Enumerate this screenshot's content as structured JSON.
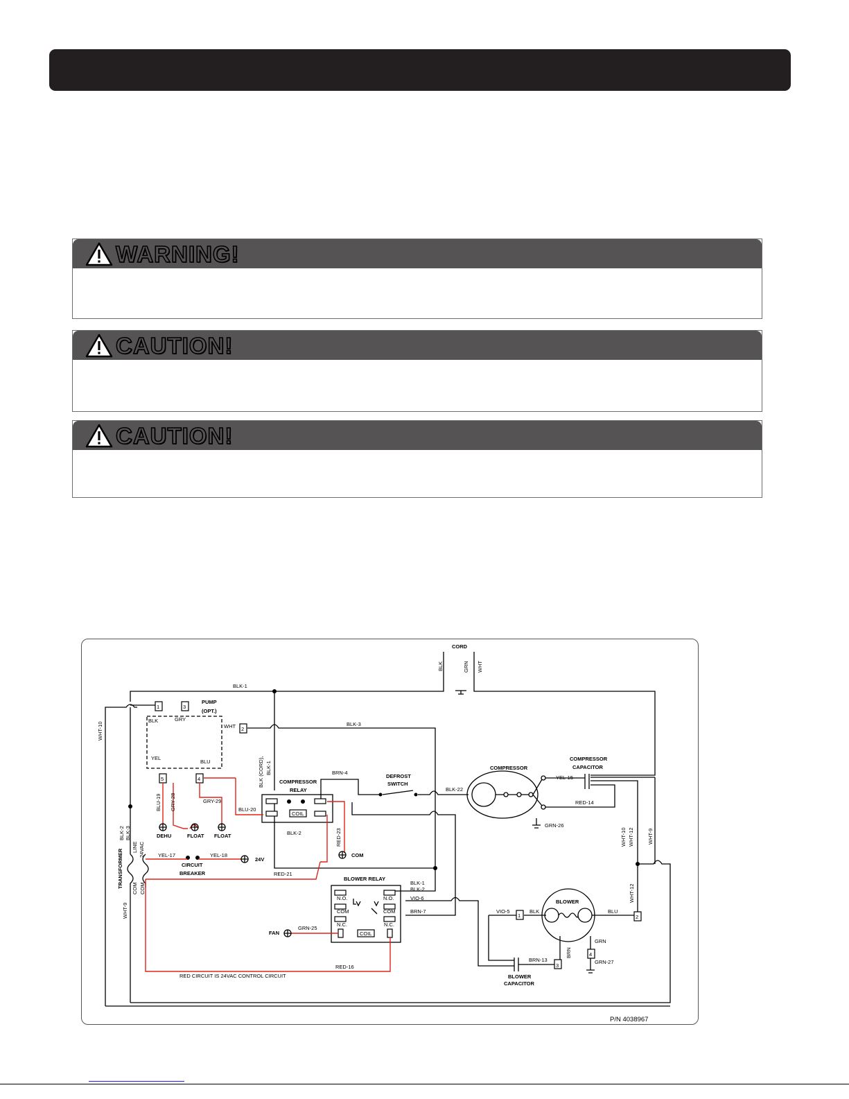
{
  "notices": [
    {
      "title": "WARNING!"
    },
    {
      "title": "CAUTION!"
    },
    {
      "title": "CAUTION!"
    }
  ],
  "diagram": {
    "cord": "CORD",
    "cord_blk": "BLK",
    "cord_grn": "GRN",
    "cord_wht": "WHT",
    "blk1": "BLK-1",
    "blk3": "BLK-3",
    "wht10": "WHT-10",
    "pump": "PUMP",
    "pump_opt": "(OPT.)",
    "t1": "1",
    "t2": "2",
    "t3": "3",
    "t4": "4",
    "t5": "5",
    "pump_blk": "BLK",
    "pump_gry": "GRY",
    "pump_wht": "WHT",
    "pump_yel": "YEL",
    "pump_blu": "BLU",
    "blk_cord": "BLK (CORD),",
    "blk1_v": "BLK-1",
    "comp_relay_1": "COMPRESSOR",
    "comp_relay_2": "RELAY",
    "brn4": "BRN-4",
    "defrost_1": "DEFROST",
    "defrost_2": "SWITCH",
    "blk22": "BLK-22",
    "compressor": "COMPRESSOR",
    "yel15": "YEL-15",
    "comp_cap_1": "COMPRESSOR",
    "comp_cap_2": "CAPACITOR",
    "red14": "RED-14",
    "grn26": "GRN-26",
    "blu19": "BLU-19",
    "gry28": "GRY-28",
    "gry29": "GRY-29",
    "blu20": "BLU-20",
    "coil": "COIL",
    "blk2": "BLK-2",
    "red23": "RED-23",
    "com": "COM",
    "dehu": "DEHU",
    "float1": "FLOAT",
    "float2": "FLOAT",
    "blk2_blk3_a": "BLK-2",
    "blk2_blk3_b": "BLK-3",
    "line": "LINE",
    "vac24": "24VAC",
    "transformer": "TRANSFORMER",
    "com_l": "COM",
    "com_r": "COM",
    "yel17": "YEL-17",
    "yel18": "YEL-18",
    "v24": "24V",
    "breaker_1": "CIRCUIT",
    "breaker_2": "BREAKER",
    "red21": "RED-21",
    "wht9_left": "WHT-9",
    "blower_relay": "BLOWER RELAY",
    "no_l": "N.O.",
    "no_r": "N.O.",
    "com_rl": "COM",
    "com_rr": "COM",
    "nc_l": "N.C.",
    "nc_r": "N.C.",
    "coil2": "COIL",
    "blk1_r": "BLK-1",
    "blk2_r": "BLK-2",
    "vio6": "VIO-6",
    "brn7": "BRN-7",
    "fan": "FAN",
    "grn25": "GRN-25",
    "red16": "RED-16",
    "red_note": "RED CIRCUIT IS 24VAC CONTROL CIRCUIT",
    "wht10_r": "WHT-10",
    "wht12_r": "WHT-12",
    "wht9_r": "WHT-9",
    "wht12_v": "WHT-12",
    "blower": "BLOWER",
    "vio5": "VIO-5",
    "blk_b": "BLK",
    "blu_b": "BLU",
    "grn_b": "GRN",
    "brn_b": "BRN",
    "brn13": "BRN-13",
    "grn27": "GRN-27",
    "blower_cap_1": "BLOWER",
    "blower_cap_2": "CAPACITOR",
    "pn": "P/N 4038967"
  }
}
